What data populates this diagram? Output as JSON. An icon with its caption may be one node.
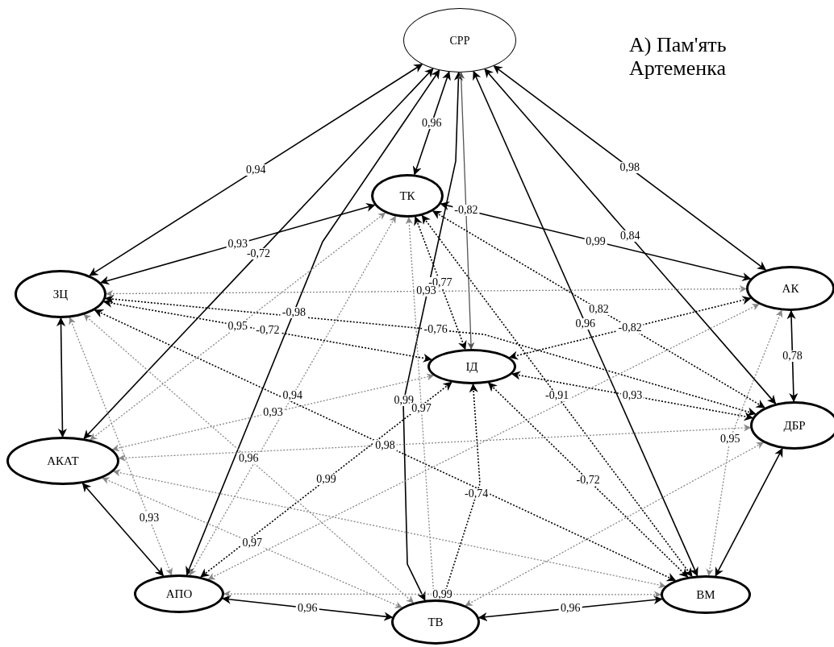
{
  "diagram": {
    "title": "А) Пам'ять Артеменка",
    "nodes": [
      {
        "text": [
          "СРР"
        ]
      },
      {
        "text": [
          "ТК"
        ]
      },
      {
        "text": [
          "ЗЦ"
        ]
      },
      {
        "text": [
          "АК"
        ]
      },
      {
        "text": [
          "ІД"
        ]
      },
      {
        "text": [
          "ДБР"
        ]
      },
      {
        "text": [
          "АКАТ"
        ]
      },
      {
        "text": [
          "АПО"
        ]
      },
      {
        "text": [
          "ВМ"
        ]
      },
      {
        "text": [
          "ТВ"
        ]
      }
    ],
    "edges": [
      {
        "from": 0,
        "to": 2,
        "arrow": "both",
        "label": "0,94"
      },
      {
        "from": 0,
        "to": 6,
        "arrow": "both",
        "label": "-0,72"
      },
      {
        "from": 0,
        "to": 1,
        "arrow": "both",
        "label": "0,96"
      },
      {
        "from": 0,
        "to": 7,
        "arrow": "both",
        "label": "-0,98"
      },
      {
        "from": 0,
        "to": 9,
        "arrow": "both",
        "label": "0,99"
      },
      {
        "from": 0,
        "to": 4,
        "arrow": "both",
        "label": "-0,82",
        "color": "#555555"
      },
      {
        "from": 0,
        "to": 8,
        "arrow": "both",
        "label": "0,96"
      },
      {
        "from": 0,
        "to": 5,
        "arrow": "both",
        "label": "0,84"
      },
      {
        "from": 0,
        "to": 3,
        "arrow": "both",
        "label": "0,98"
      },
      {
        "from": 1,
        "to": 2,
        "arrow": "both",
        "label": "0,93"
      },
      {
        "from": 1,
        "to": 3,
        "arrow": "both",
        "label": "0,99"
      },
      {
        "from": 1,
        "to": 4,
        "arrow": "both",
        "label": "-0,77",
        "style": "dashed"
      },
      {
        "from": 2,
        "to": 4,
        "arrow": "both",
        "label": "-0,72",
        "style": "dashed"
      },
      {
        "from": 2,
        "to": 6,
        "arrow": "both"
      },
      {
        "from": 3,
        "to": 4,
        "arrow": "both",
        "label": "-0,82",
        "style": "dashed"
      },
      {
        "from": 2,
        "to": 5,
        "arrow": "both",
        "label": "-0,76",
        "style": "dashed"
      },
      {
        "from": 4,
        "to": 5,
        "arrow": "both",
        "label": "0,93",
        "style": "dashed"
      },
      {
        "from": 4,
        "to": 8,
        "arrow": "both",
        "label": "-0,72",
        "style": "dashed"
      },
      {
        "from": 4,
        "to": 7,
        "arrow": "both",
        "label": "0,99",
        "style": "dashed"
      },
      {
        "from": 4,
        "to": 9,
        "arrow": "both",
        "label": "-0,74",
        "style": "dashed"
      },
      {
        "from": 1,
        "to": 8,
        "arrow": "both",
        "label": "-0,91",
        "style": "dashed"
      },
      {
        "from": 2,
        "to": 8,
        "arrow": "both",
        "label": "0,98",
        "style": "dashed"
      },
      {
        "from": 1,
        "to": 5,
        "arrow": "both",
        "label": "0,82",
        "style": "dashed"
      },
      {
        "from": 3,
        "to": 5,
        "arrow": "both",
        "label": "0,78"
      },
      {
        "from": 5,
        "to": 8,
        "arrow": "both"
      },
      {
        "from": 6,
        "to": 7,
        "arrow": "both"
      },
      {
        "from": 9,
        "to": 7,
        "arrow": "both",
        "label": "0,96"
      },
      {
        "from": 9,
        "to": 8,
        "arrow": "both",
        "label": "0,96"
      },
      {
        "from": 6,
        "to": 1,
        "arrow": "both",
        "label": "0,95",
        "style": "dashed",
        "color": "#888888"
      },
      {
        "from": 7,
        "to": 1,
        "arrow": "both",
        "label": "0,94",
        "style": "dashed",
        "color": "#888888"
      },
      {
        "from": 9,
        "to": 1,
        "arrow": "both",
        "label": "0,97",
        "style": "dashed",
        "color": "#888888"
      },
      {
        "from": 6,
        "to": 4,
        "arrow": "both",
        "label": "0,93",
        "style": "dashed",
        "color": "#888888"
      },
      {
        "from": 2,
        "to": 9,
        "arrow": "both",
        "label": "0,96",
        "style": "dashed",
        "color": "#888888"
      },
      {
        "from": 2,
        "to": 7,
        "arrow": "both",
        "label": "0,93",
        "style": "dashed",
        "color": "#888888"
      },
      {
        "from": 6,
        "to": 9,
        "arrow": "both",
        "label": "0,97",
        "style": "dashed",
        "color": "#888888"
      },
      {
        "from": 7,
        "to": 8,
        "arrow": "both",
        "label": "0,99",
        "style": "dashed",
        "color": "#888888"
      },
      {
        "from": 8,
        "to": 3,
        "arrow": "both",
        "label": "0,95",
        "style": "dashed",
        "color": "#888888"
      },
      {
        "from": 2,
        "to": 3,
        "arrow": "both",
        "label": "0,93",
        "style": "dashed",
        "color": "#888888"
      },
      {
        "from": 6,
        "to": 5,
        "arrow": "both",
        "style": "dashed",
        "color": "#888888"
      },
      {
        "from": 7,
        "to": 3,
        "arrow": "both",
        "style": "dashed",
        "color": "#888888"
      },
      {
        "from": 9,
        "to": 5,
        "arrow": "both",
        "style": "dashed",
        "color": "#888888"
      },
      {
        "from": 6,
        "to": 8,
        "arrow": "both",
        "style": "dashed",
        "color": "#888888"
      }
    ]
  }
}
